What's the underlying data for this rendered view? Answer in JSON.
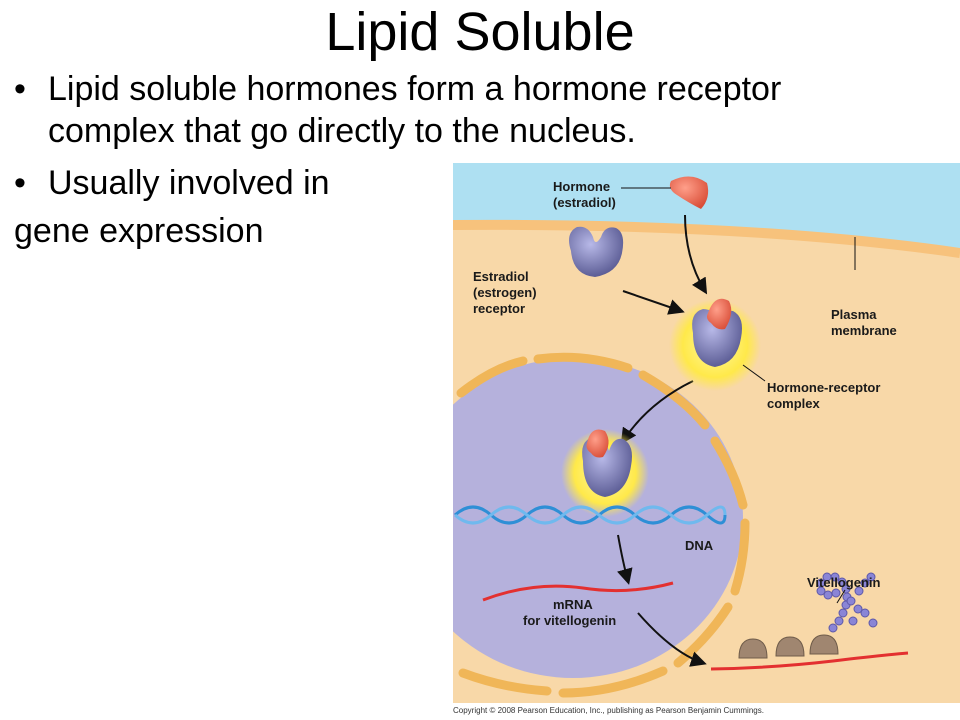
{
  "title": "Lipid Soluble",
  "bullets": [
    "Lipid soluble hormones form a hormone receptor complex that go directly to the nucleus.",
    "Usually involved in"
  ],
  "continuation": "gene expression",
  "bullet_symbol": "•",
  "figure": {
    "labels": {
      "hormone_line1": "Hormone",
      "hormone_line2": "(estradiol)",
      "receptor_line1": "Estradiol",
      "receptor_line2": "(estrogen)",
      "receptor_line3": "receptor",
      "membrane_line1": "Plasma",
      "membrane_line2": "membrane",
      "complex_line1": "Hormone-receptor",
      "complex_line2": "complex",
      "dna": "DNA",
      "mrna_line1": "mRNA",
      "mrna_line2": "for vitellogenin",
      "vitellogenin": "Vitellogenin"
    },
    "colors": {
      "extracellular": "#aee0f2",
      "cytoplasm": "#f8d8a8",
      "membrane": "#f7c27c",
      "nucleus": "#b5b1dc",
      "nuclear_envelope": "#f0b658",
      "hormone": "#e66a55",
      "receptor": "#6e6fb0",
      "glow": "#ffe94a",
      "dna": "#2e8fd6",
      "mrna": "#e33030",
      "ribosome": "#a08670",
      "protein_beads": "#8a85d6"
    }
  },
  "copyright": "Copyright © 2008 Pearson Education, Inc., publishing as Pearson Benjamin Cummings."
}
